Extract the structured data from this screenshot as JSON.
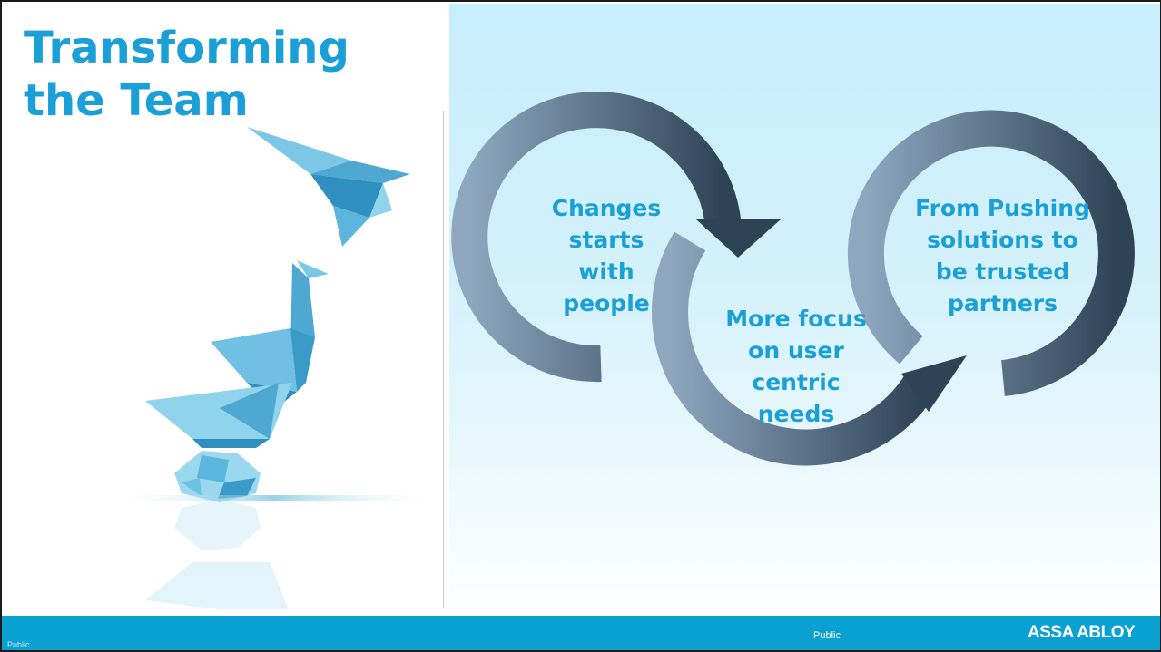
{
  "slide": {
    "title": "Transforming\nthe Team",
    "steps": [
      {
        "text": "Changes\nstarts with\npeople"
      },
      {
        "text": "More focus\non  user\ncentric\nneeds"
      },
      {
        "text": "From Pushing\nsolutions to\nbe trusted\npartners"
      }
    ],
    "image_icon": "origami-evolution-icon"
  },
  "footer": {
    "classification_small": "Public",
    "classification": "Public",
    "brand": "ASSA ABLOY"
  },
  "colors": {
    "accent": "#1a9fd6",
    "footer": "#0aa0d2",
    "ring_dark": "#2f4357",
    "ring_light": "#8ea7bf"
  }
}
